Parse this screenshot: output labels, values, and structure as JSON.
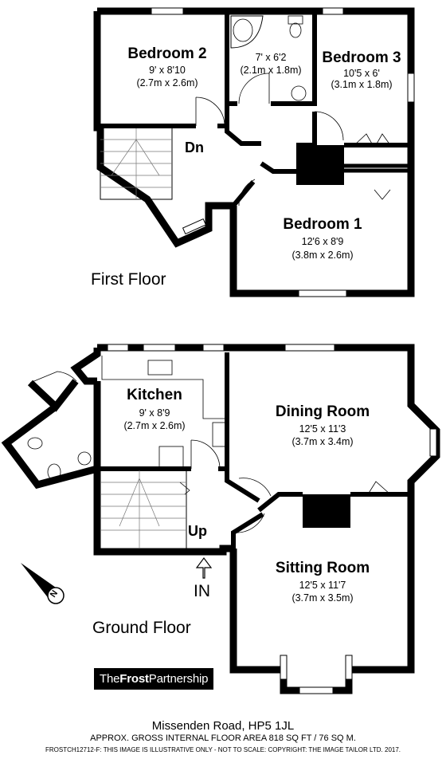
{
  "first_floor": {
    "label": "First Floor",
    "stair_label": "Dn",
    "rooms": [
      {
        "name": "Bedroom 2",
        "imperial": "9' x 8'10",
        "metric": "(2.7m x 2.6m)"
      },
      {
        "name": "",
        "imperial": "7' x 6'2",
        "metric": "(2.1m x 1.8m)"
      },
      {
        "name": "Bedroom 3",
        "imperial": "10'5 x 6'",
        "metric": "(3.1m x 1.8m)"
      },
      {
        "name": "Bedroom 1",
        "imperial": "12'6 x 8'9",
        "metric": "(3.8m x 2.6m)"
      }
    ]
  },
  "ground_floor": {
    "label": "Ground Floor",
    "stair_label": "Up",
    "entrance_label": "IN",
    "compass_label": "N",
    "rooms": [
      {
        "name": "Kitchen",
        "imperial": "9' x 8'9",
        "metric": "(2.7m x 2.6m)"
      },
      {
        "name": "Dining Room",
        "imperial": "12'5 x 11'3",
        "metric": "(3.7m x 3.4m)"
      },
      {
        "name": "Sitting Room",
        "imperial": "12'5 x 11'7",
        "metric": "(3.7m x 3.5m)"
      }
    ]
  },
  "branding": {
    "logo_prefix": "The",
    "logo_bold": "Frost",
    "logo_suffix": "Partnership"
  },
  "footer": {
    "address": "Missenden Road, HP5 1JL",
    "area": "APPROX. GROSS INTERNAL FLOOR AREA 818 SQ FT / 76 SQ M.",
    "disclaimer": "FROSTCH12712-F: THIS IMAGE IS ILLUSTRATIVE ONLY - NOT TO SCALE: COPYRIGHT: THE IMAGE TAILOR LTD. 2017."
  },
  "colors": {
    "wall": "#000000",
    "fixture": "#555555",
    "background": "#ffffff"
  }
}
